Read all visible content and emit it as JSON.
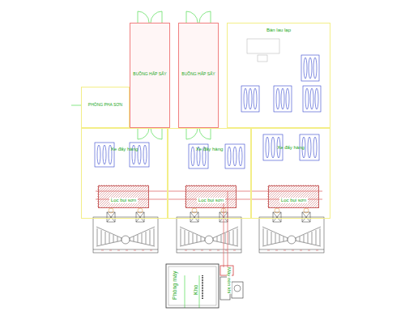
{
  "diagram": {
    "nodes": [
      {
        "text": [
          "BUỒNG HẤP SẤY"
        ]
      },
      {
        "text": [
          "BUỒNG HẤP SẤY"
        ]
      },
      {
        "text": [
          "Bàn lau lạp"
        ]
      },
      {
        "text": [
          "PHÒNG PHA SƠN"
        ]
      },
      {
        "text": [
          "Xe đẩy hàng"
        ]
      },
      {
        "text": [
          "Xe đẩy hàng"
        ]
      },
      {
        "text": [
          "Xe đẩy hàng"
        ]
      },
      {
        "text": [
          "Lọc bụi sơn"
        ],
        "in": 4
      },
      {
        "text": [
          "Lọc bụi sơn"
        ],
        "in": 5
      },
      {
        "text": [
          "Lọc bụi sơn"
        ],
        "in": 6
      }
    ],
    "labels": [
      "Phòng máy",
      "Kho",
      "Máy nén khí"
    ]
  }
}
